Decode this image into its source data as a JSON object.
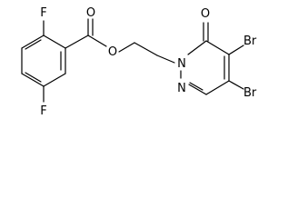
{
  "structure": {
    "atoms": [
      {
        "id": "F_top",
        "label": "F"
      },
      {
        "id": "F_bottom",
        "label": "F"
      },
      {
        "id": "O_carbonyl",
        "label": "O"
      },
      {
        "id": "O_ester",
        "label": "O"
      },
      {
        "id": "N1",
        "label": "N"
      },
      {
        "id": "N2",
        "label": "N"
      },
      {
        "id": "O_ring",
        "label": "O"
      },
      {
        "id": "Br_top",
        "label": "Br"
      },
      {
        "id": "Br_bottom",
        "label": "Br"
      }
    ]
  },
  "colors": {
    "bond": "#000000",
    "label": "#000000",
    "background": "#ffffff"
  }
}
